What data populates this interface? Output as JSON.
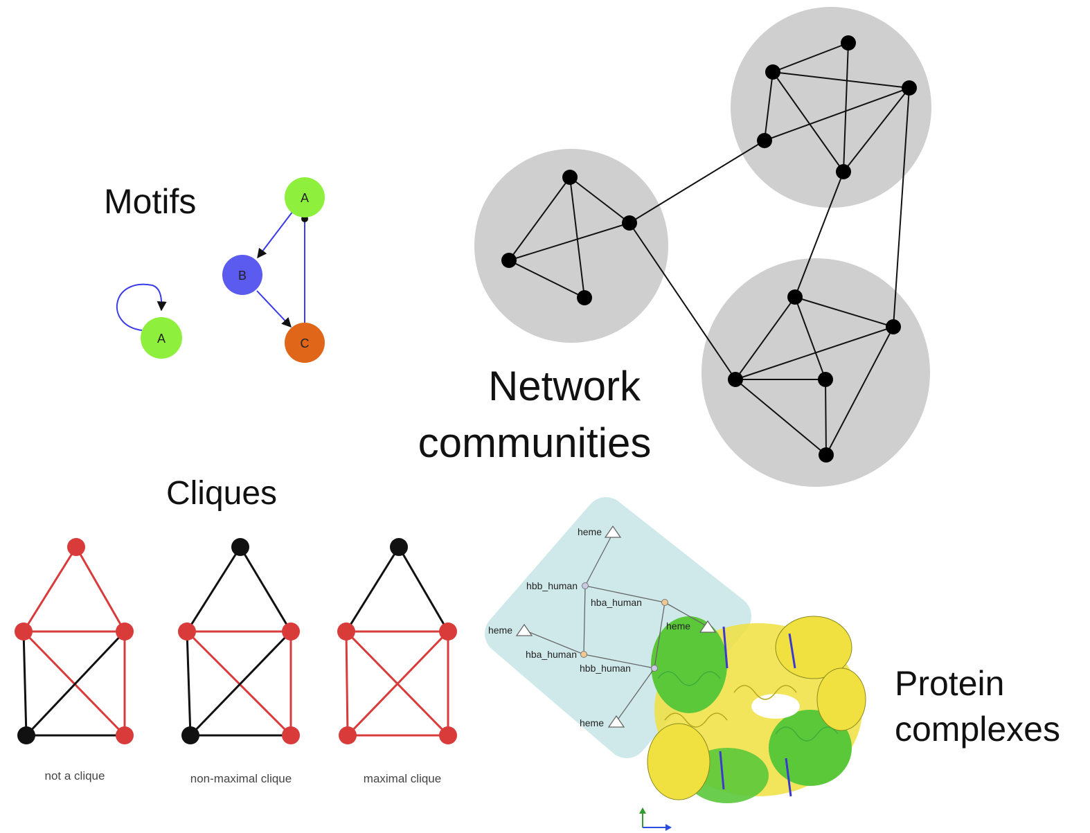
{
  "titles": {
    "motifs": "Motifs",
    "network_line1": "Network",
    "network_line2": "communities",
    "cliques": "Cliques",
    "protein_line1": "Protein",
    "protein_line2": "complexes"
  },
  "motifs": {
    "self_loop_node": "A",
    "nodes": {
      "a": "A",
      "b": "B",
      "c": "C"
    },
    "colors": {
      "a": "#8ef03c",
      "b": "#5b5bf0",
      "c": "#e0661a",
      "edge": "#3a3ae8"
    }
  },
  "cliques": {
    "captions": [
      "not a clique",
      "non-maximal clique",
      "maximal clique"
    ],
    "colors": {
      "highlight": "#d93a3a",
      "plain": "#111111"
    }
  },
  "protein": {
    "labels": {
      "heme_top": "heme",
      "hbb_human_1": "hbb_human",
      "hba_human_1": "hba_human",
      "heme_left": "heme",
      "heme_right": "heme",
      "hba_human_2": "hba_human",
      "hbb_human_2": "hbb_human",
      "heme_bottom": "heme"
    },
    "colors": {
      "panel": "#cfe9ea",
      "helix_a": "#f0e040",
      "helix_b": "#5bc83a"
    }
  },
  "communities": {
    "colors": {
      "community": "#cfcfcf",
      "node": "#000000",
      "edge": "#111111"
    }
  }
}
